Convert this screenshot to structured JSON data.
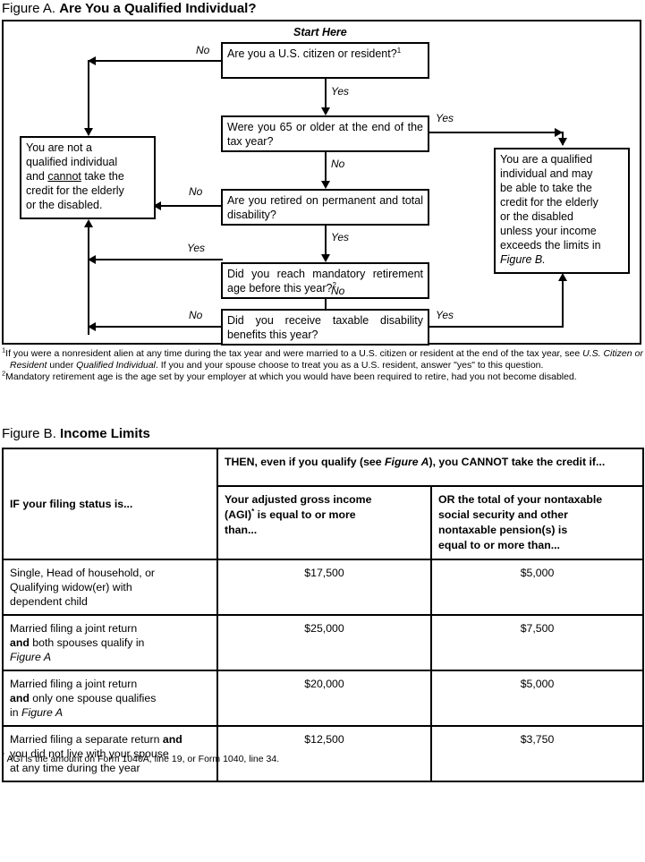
{
  "figure_a": {
    "label": "Figure A.",
    "title": "Are You a Qualified Individual?",
    "start_here": "Start Here",
    "boxes": {
      "q1": "Are you a U.S. citizen or resident?",
      "q1_footnote_marker": "1",
      "q2": "Were you 65 or older at the end of the tax year?",
      "q3": "Are you retired on permanent and total disability?",
      "q4": "Did you reach mandatory retirement age before this year?",
      "q4_footnote_marker": "2",
      "q5": "Did you receive taxable disability benefits this year?",
      "not_qualified_l1": "You are not a",
      "not_qualified_l2": "qualified individual",
      "not_qualified_l3_a": "and ",
      "not_qualified_l3_u": "cannot",
      "not_qualified_l3_b": " take the",
      "not_qualified_l4": "credit for the elderly",
      "not_qualified_l5": "or the disabled.",
      "qualified_l1": "You are a qualified",
      "qualified_l2": "individual and may",
      "qualified_l3": "be able to take the",
      "qualified_l4": "credit for the elderly",
      "qualified_l5": "or the disabled",
      "qualified_l6": "unless your income",
      "qualified_l7": "exceeds the limits in",
      "qualified_l8_i": "Figure B."
    },
    "edges": {
      "q1_no": "No",
      "q1_yes": "Yes",
      "q2_yes": "Yes",
      "q2_no": "No",
      "q3_no": "No",
      "q3_yes": "Yes",
      "q4_yes": "Yes",
      "q4_no": "No",
      "q5_no": "No",
      "q5_yes": "Yes"
    },
    "footnotes": {
      "note1_marker": "1",
      "note1_p1": "If you were a nonresident alien at any time during the tax year and were married to a U.S. citizen or resident at the end of the tax year, see ",
      "note1_i1": "U.S. Citizen or Resident",
      "note1_p2": " under ",
      "note1_i2": "Qualified Individual",
      "note1_p3": ". If you and your spouse choose to treat you as a U.S. resident, answer \"yes\" to this question.",
      "note2_marker": "2",
      "note2_p1": "Mandatory retirement age is the age set by your employer at which you would have been required to retire, had you not become disabled."
    }
  },
  "figure_b": {
    "label": "Figure B.",
    "title": "Income Limits",
    "header": {
      "col1": "IF your filing status is...",
      "spanner_p1": "THEN, even if you qualify (see ",
      "spanner_i": "Figure A",
      "spanner_p2": "), you CANNOT take the credit if...",
      "col2_l1": "Your adjusted gross income",
      "col2_l2_a": "(AGI)",
      "col2_l2_marker": "*",
      "col2_l2_b": " is equal to or more",
      "col2_l3": "than...",
      "col3_l1": "OR the total of your nontaxable",
      "col3_l2": "social security and other",
      "col3_l3": "nontaxable pension(s) is",
      "col3_l4": "equal to or more than..."
    },
    "rows": [
      {
        "status_l1": "Single, Head of household, or",
        "status_l2": "Qualifying widow(er) with",
        "status_l3": "dependent child",
        "agi": "$17,500",
        "nontaxable": "$5,000"
      },
      {
        "status_l1": "Married filing a joint return",
        "status_l2_b": "and",
        "status_l2_a": " both spouses qualify in",
        "status_l3_i": "Figure A",
        "agi": "$25,000",
        "nontaxable": "$7,500"
      },
      {
        "status_l1": "Married filing a joint return",
        "status_l2_b": "and",
        "status_l2_a": " only one spouse qualifies",
        "status_l3_pre": "in ",
        "status_l3_i": "Figure A",
        "agi": "$20,000",
        "nontaxable": "$5,000"
      },
      {
        "status_l1_a": "Married filing a separate return ",
        "status_l1_b": "and",
        "status_l2": "you did not live with your spouse",
        "status_l3": "at any time during the year",
        "agi": "$12,500",
        "nontaxable": "$3,750"
      }
    ],
    "footnote_marker": "*",
    "footnote": " AGI is the amount on Form 1040A, line 19, or Form 1040, line 34."
  },
  "colors": {
    "ink": "#000000",
    "page": "#ffffff"
  }
}
